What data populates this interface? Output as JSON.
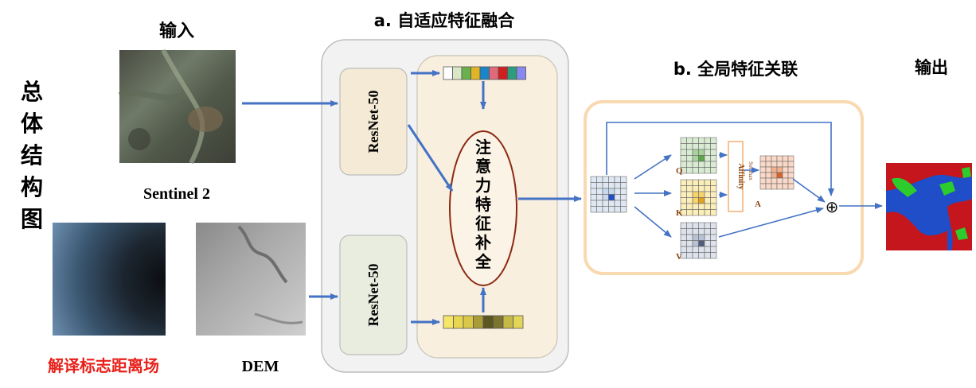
{
  "left_title_chars": [
    "总",
    "体",
    "结",
    "构",
    "图"
  ],
  "input_heading": "输入",
  "sentinel_label": "Sentinel 2",
  "distance_field_label": "解译标志距离场",
  "dem_label": "DEM",
  "section_a_title": "a. 自适应特征融合",
  "section_b_title": "b. 全局特征关联",
  "output_heading": "输出",
  "resnet_top": "ResNet-50",
  "resnet_bottom": "ResNet-50",
  "attention_chars": [
    "注",
    "意",
    "力",
    "特",
    "征",
    "补",
    "全"
  ],
  "q_label": "Q",
  "k_label": "K",
  "v_label": "V",
  "a_label": "A",
  "affinity_label": "Affinity",
  "softmax_label": "Softmax",
  "plus_symbol": "⊕",
  "colors": {
    "arrow": "#4472c4",
    "distance_label": "#e8201a",
    "module_bg": "#f2f2f2",
    "fusion_bg": "#f9efdf",
    "global_border": "#f8d9b0",
    "ellipse_border": "#8b2a12",
    "map_red": "#c4161c",
    "map_blue": "#1f4ec8",
    "map_green": "#2dcc2d"
  },
  "feature_bar_top_colors": [
    "#ffffff",
    "#d9e7c7",
    "#6ab04c",
    "#e0b526",
    "#1a86c8",
    "#e06a7a",
    "#d01f1f",
    "#2d9c7c",
    "#8888ee"
  ],
  "feature_bar_bottom_colors": [
    "#f5e66a",
    "#e9d650",
    "#d9c84a",
    "#a89b38",
    "#5c5621",
    "#7d7431",
    "#c6b846",
    "#e2d55a"
  ]
}
